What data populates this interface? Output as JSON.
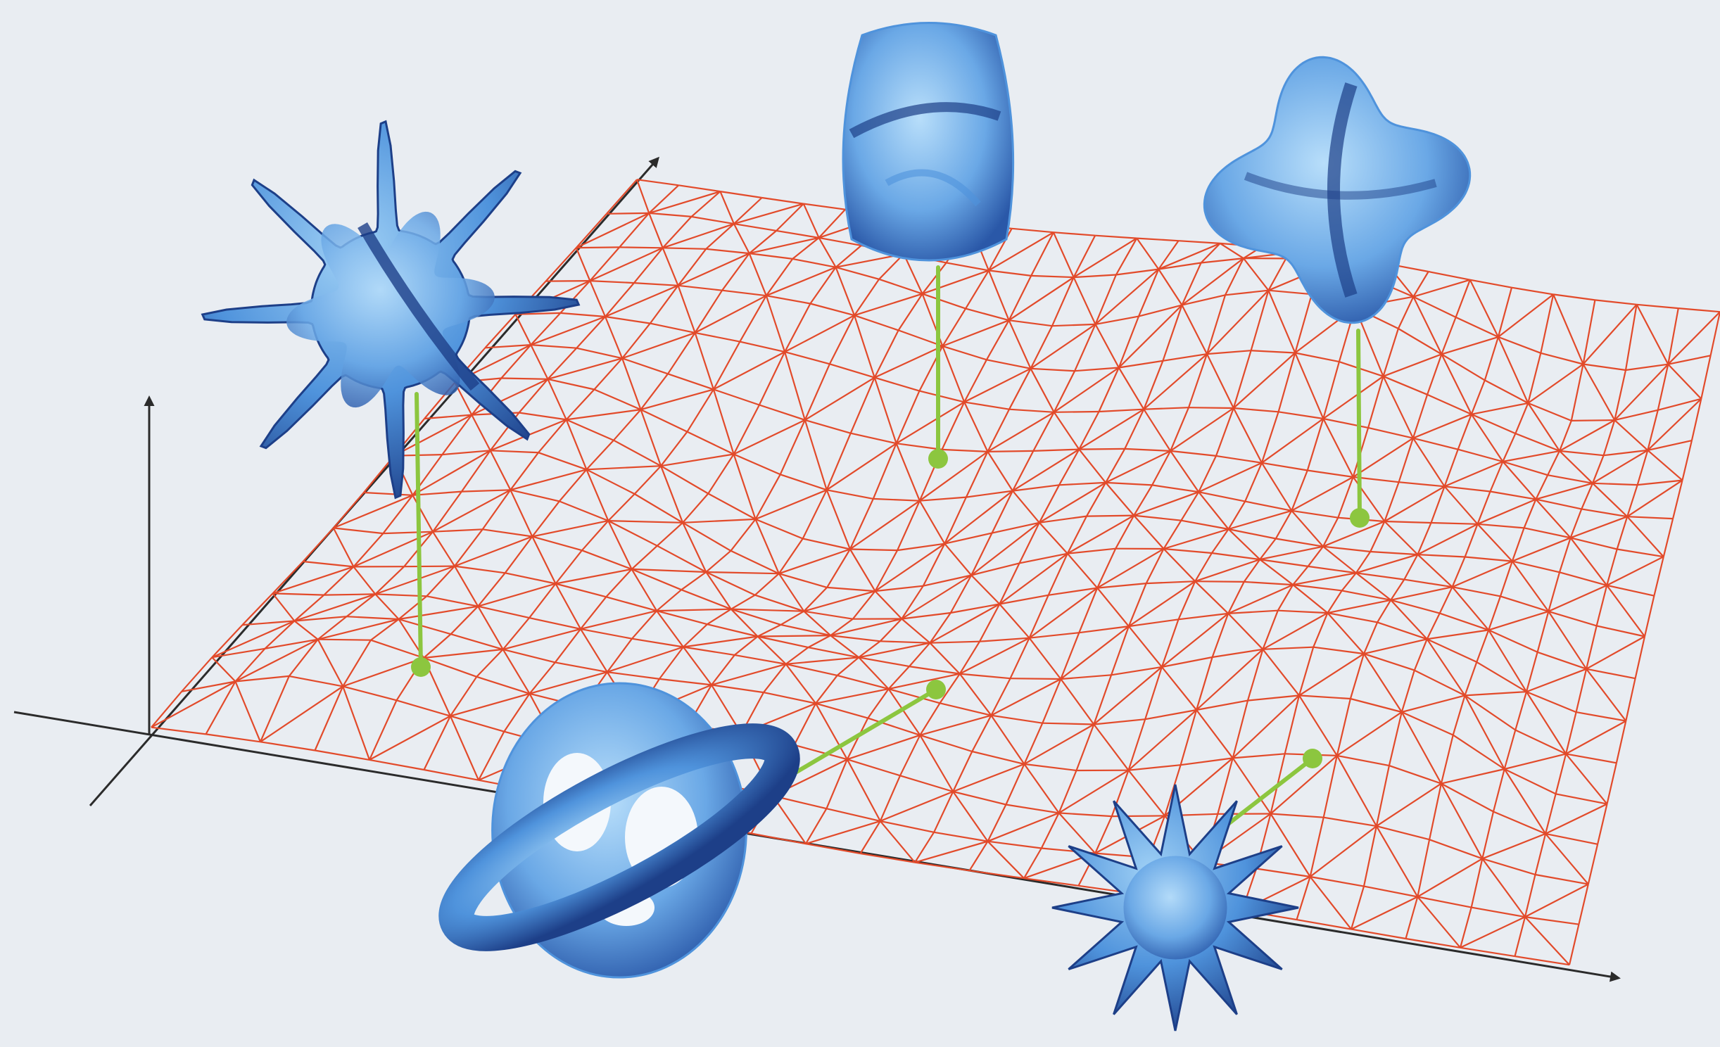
{
  "figure": {
    "background_color": "#e9edf2",
    "mesh_color": "#e24a2a",
    "axis_color": "#2b2b2b",
    "connector_color": "#8cc63f",
    "shape_colors": {
      "light": "#9fd0f5",
      "mid": "#4f93dc",
      "dark": "#1d3f88"
    },
    "mesh_grid": {
      "columns": 26,
      "rows": 16,
      "diagonal_triangulation": true
    },
    "axes": [
      {
        "name": "vertical-axis",
        "arrow": "up"
      },
      {
        "name": "depth-axis",
        "arrow": "up-right"
      },
      {
        "name": "horizontal-axis",
        "arrow": "right"
      }
    ],
    "anchored_shapes": [
      {
        "name": "spiky-flower-shape",
        "kind": "lobed-star",
        "placement": "above-surface"
      },
      {
        "name": "bumpy-cylinder-shape",
        "kind": "rounded-column",
        "placement": "above-surface"
      },
      {
        "name": "four-lobed-shape",
        "kind": "clover-blob",
        "placement": "above-surface"
      },
      {
        "name": "ringed-sphere-shape",
        "kind": "sphere-with-ring",
        "placement": "in-front-of-surface"
      },
      {
        "name": "spiky-star-shape",
        "kind": "sharp-star",
        "placement": "in-front-of-surface"
      }
    ]
  }
}
